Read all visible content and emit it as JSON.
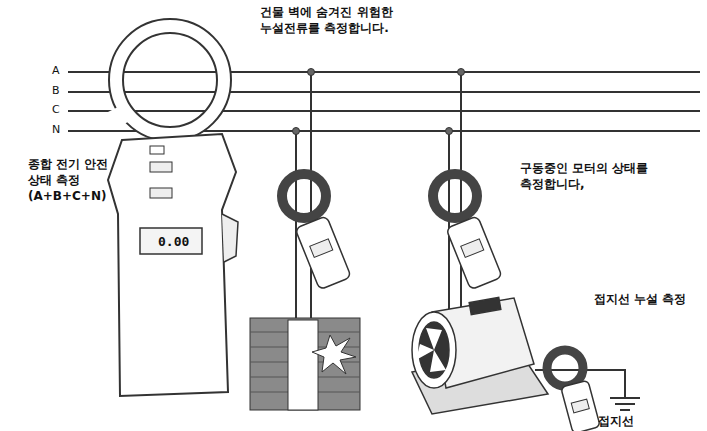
{
  "diagram": {
    "labels": [
      "A",
      "B",
      "C",
      "N",
      "건물 벽에 숨겨진 위험한 누설전류를 측정합니다.",
      "종합 전기 안전 상태 측정 (A+B+C+N)",
      "0.00",
      "구동중인 모터의 상태를 측정합니다,",
      "접지선 누설 측정",
      "접지선"
    ]
  }
}
